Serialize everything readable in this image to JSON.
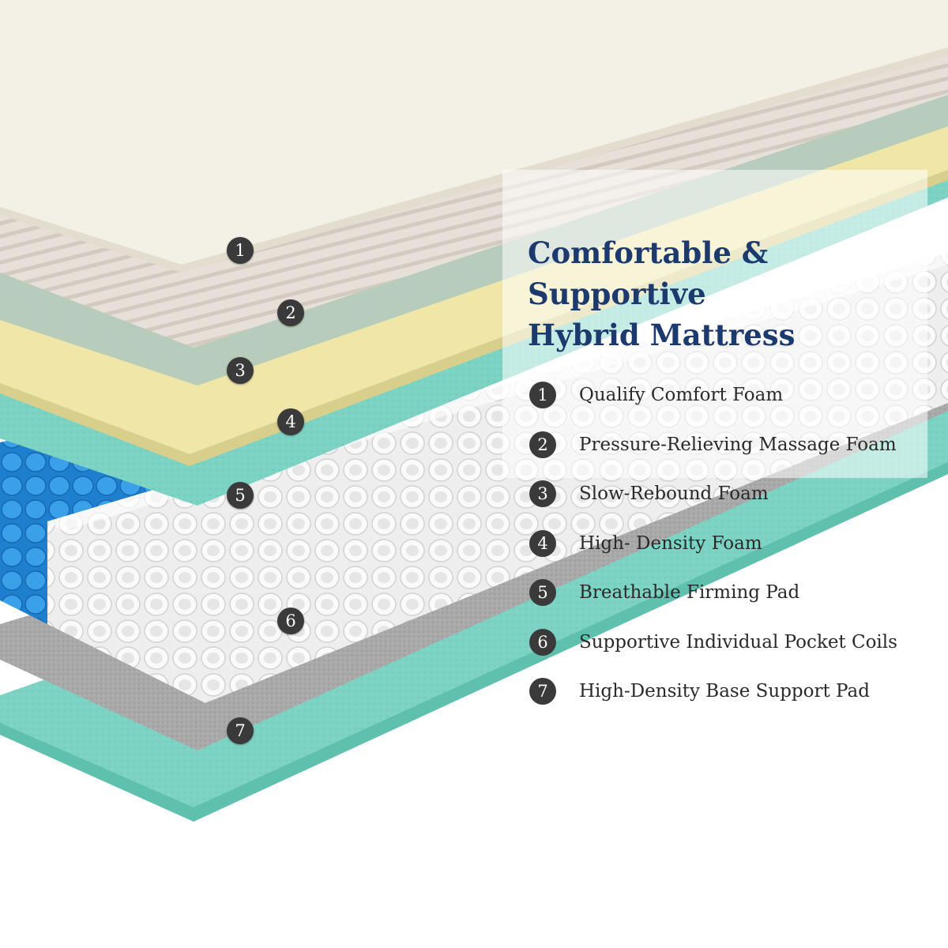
{
  "title_line1": "Comfortable & Supportive",
  "title_line2": "Hybrid Mattress",
  "layers": [
    {
      "number": "1",
      "label": "Qualify Comfort Foam"
    },
    {
      "number": "2",
      "label": "Pressure-Relieving Massage Foam"
    },
    {
      "number": "3",
      "label": "Slow-Rebound Foam"
    },
    {
      "number": "4",
      "label": "High- Density Foam"
    },
    {
      "number": "5",
      "label": "Breathable Firming Pad"
    },
    {
      "number": "6",
      "label": "Supportive Individual Pocket Coils"
    },
    {
      "number": "7",
      "label": "High-Density Base Support Pad"
    }
  ],
  "colors": {
    "title": "#1d3a6e",
    "badge": "#3a3a3a",
    "comfort_foam": "#f3f0e6",
    "massage_foam": "#e3ddd5",
    "slow_rebound_foam": "#b9cbbb",
    "high_density_foam": "#eee5a6",
    "firming_pad": "#7fd6c6",
    "coils": "#f2f2f2",
    "coil_sleeve_blue": "#2a8ad8",
    "base_pad": "#a8a8a8"
  }
}
